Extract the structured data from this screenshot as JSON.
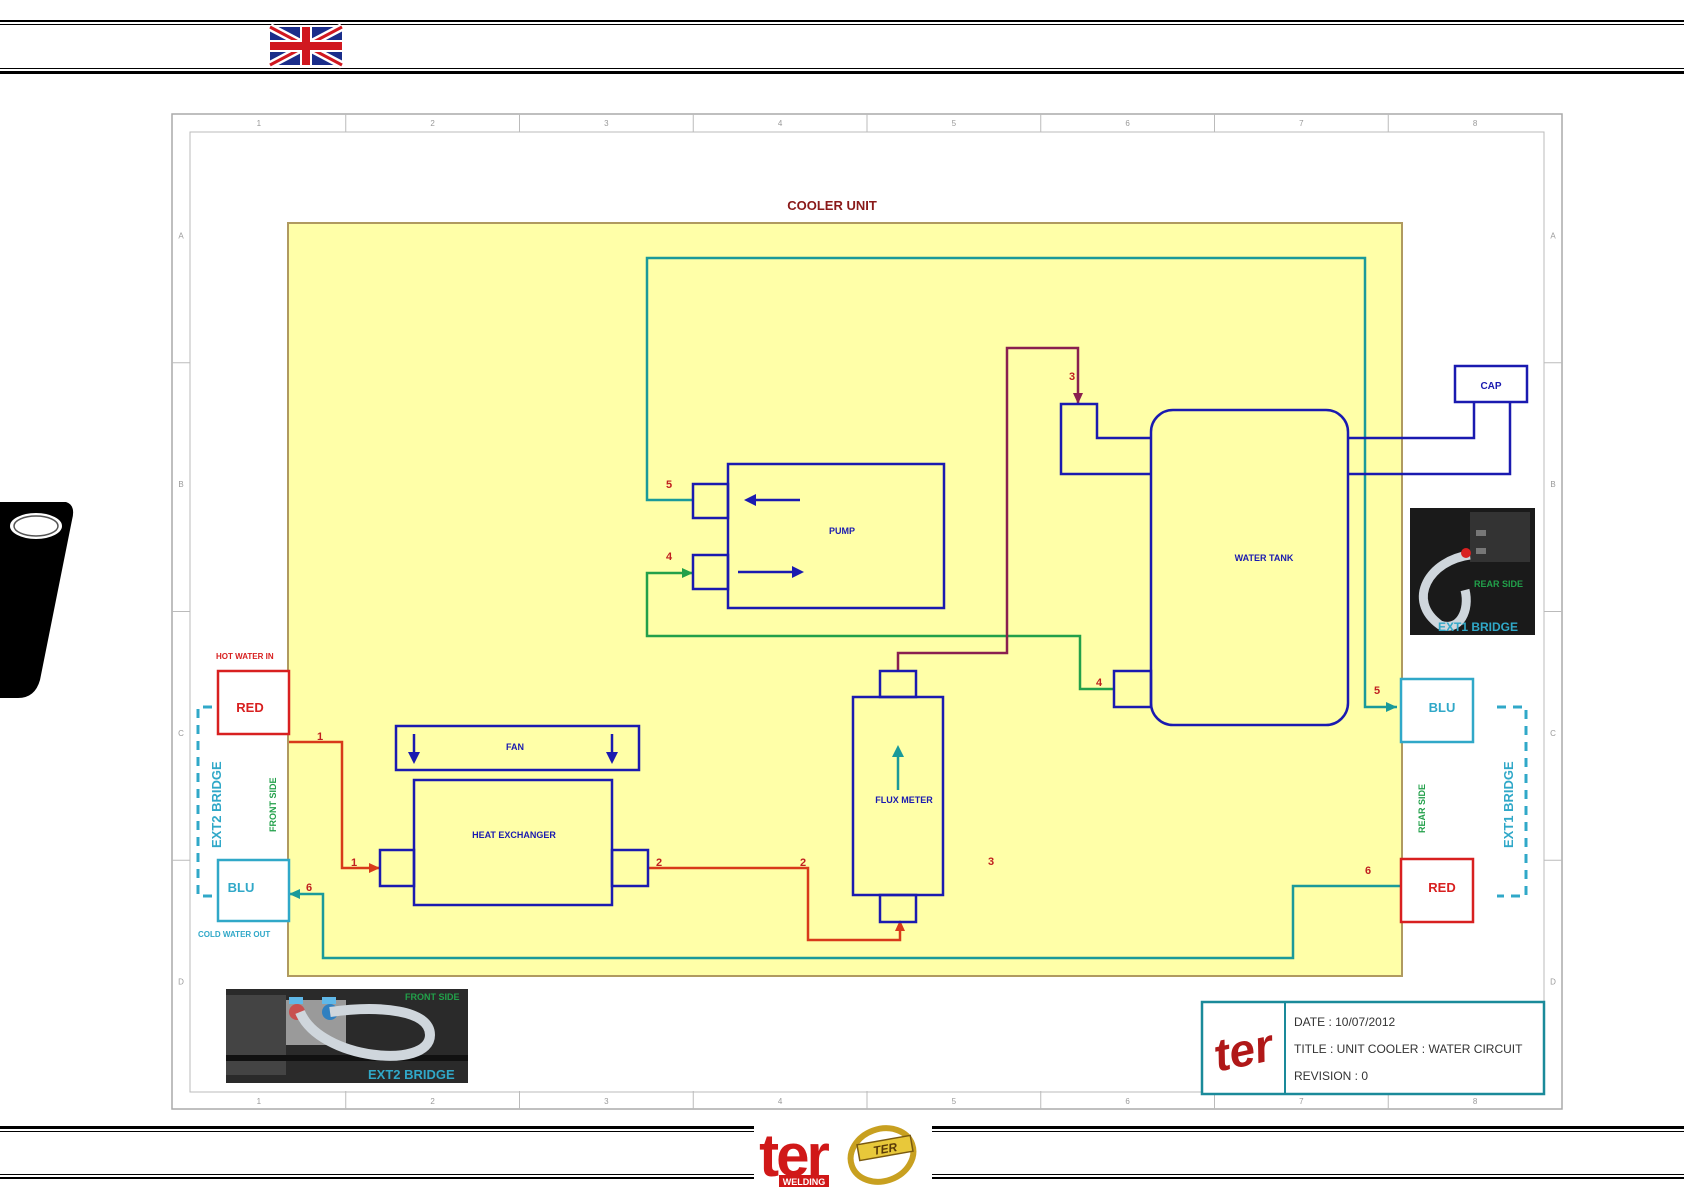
{
  "header": {
    "flag_icon": "uk-flag-icon"
  },
  "sheet": {
    "col_marks": [
      "1",
      "2",
      "3",
      "4",
      "5",
      "6",
      "7",
      "8"
    ],
    "row_marks": [
      "A",
      "B",
      "C",
      "D"
    ]
  },
  "diagram": {
    "title": "COOLER UNIT",
    "components": {
      "pump": "PUMP",
      "water_tank": "WATER TANK",
      "cap": "CAP",
      "fan": "FAN",
      "heat_exchanger": "HEAT EXCHANGER",
      "flux_meter": "FLUX METER"
    },
    "connectors": {
      "front_red": "RED",
      "front_blu": "BLU",
      "rear_blu": "BLU",
      "rear_red": "RED"
    },
    "labels": {
      "hot_water_in": "HOT WATER IN",
      "cold_water_out": "COLD WATER OUT",
      "front_side": "FRONT SIDE",
      "rear_side": "REAR SIDE",
      "ext2_bridge": "EXT2 BRIDGE",
      "ext1_bridge": "EXT1 BRIDGE"
    },
    "photos": {
      "rear_caption_side": "REAR SIDE",
      "rear_caption_bridge": "EXT1 BRIDGE",
      "front_caption_side": "FRONT SIDE",
      "front_caption_bridge": "EXT2 BRIDGE"
    },
    "line_numbers": {
      "n1a": "1",
      "n1b": "1",
      "n2a": "2",
      "n2b": "2",
      "n3a": "3",
      "n3b": "3",
      "n4a": "4",
      "n4b": "4",
      "n5a": "5",
      "n5b": "5",
      "n6a": "6",
      "n6b": "6"
    },
    "colors": {
      "panel_fill": "#ffffa8",
      "component_stroke": "#1a1ab0",
      "teal_line": "#1a9a9a",
      "green_line": "#22a04a",
      "red_line": "#d83a1a",
      "purple_line": "#8a2050",
      "connector_red": "#d82020",
      "connector_blu": "#30a8c8"
    }
  },
  "title_block": {
    "date": "DATE : 10/07/2012",
    "title": "TITLE : UNIT COOLER : WATER CIRCUIT",
    "revision": "REVISION  : 0",
    "logo_text": "ter"
  },
  "footer": {
    "brand": "ter",
    "brand_sub": "WELDING",
    "second_logo": "TER"
  }
}
